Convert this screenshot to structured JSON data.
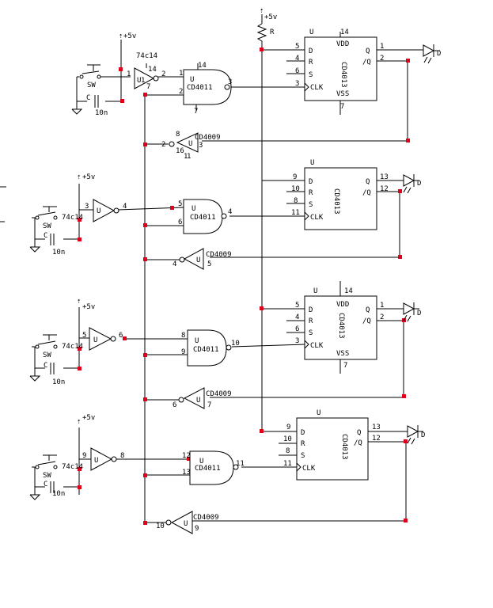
{
  "supply": {
    "vcc": "+5v",
    "resistor": "R"
  },
  "chips": {
    "schmitt": "74c14",
    "nand": "CD4011",
    "flipflop": "CD4013",
    "buffer": "CD4009",
    "unit": "U"
  },
  "ff_pins": {
    "d": "D",
    "r": "R",
    "s": "S",
    "clk": "CLK",
    "vdd": "VDD",
    "vss": "VSS",
    "q": "Q",
    "qn": "/Q"
  },
  "parts": {
    "switch": "SW",
    "cap": "C",
    "cap_value": "10n",
    "led": "D"
  },
  "pins": {
    "p1": "1",
    "p2": "2",
    "p3": "3",
    "p4": "4",
    "p5": "5",
    "p6": "6",
    "p7": "7",
    "p8": "8",
    "p9": "9",
    "p10": "10",
    "p11": "11",
    "p12": "12",
    "p13": "13",
    "p14": "14",
    "p16": "16"
  },
  "ui": {
    "sheet_title": "",
    "accent": "#e0001b",
    "line_color": "#000000"
  }
}
